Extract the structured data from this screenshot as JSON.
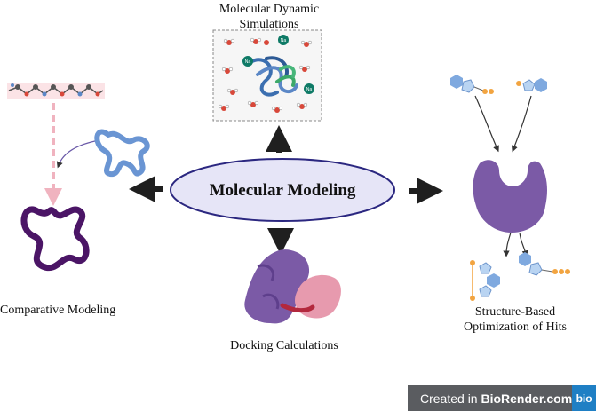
{
  "center": {
    "title": "Molecular Modeling"
  },
  "nodes": {
    "md_title_line1": "Molecular Dynamic",
    "md_title_line2": "Simulations",
    "comparative": "Comparative Modeling",
    "docking": "Docking Calculations",
    "sbo_line1": "Structure-Based",
    "sbo_line2": "Optimization of Hits"
  },
  "md_box": {
    "ion_label": "Na"
  },
  "badge": {
    "prefix": "Created in ",
    "brand": "BioRender.com",
    "logo": "bio"
  },
  "colors": {
    "ellipse_fill": "#e6e5f7",
    "ellipse_stroke": "#2b2780",
    "purple": "#7b5aa6",
    "dark_purple": "#4b1566",
    "pink": "#e79aae",
    "blue_coil": "#6a95d3",
    "ion": "#0e7a66",
    "hex_blue": "#7fa9df",
    "orange": "#f2a440",
    "arrow": "#1f1f1f"
  }
}
